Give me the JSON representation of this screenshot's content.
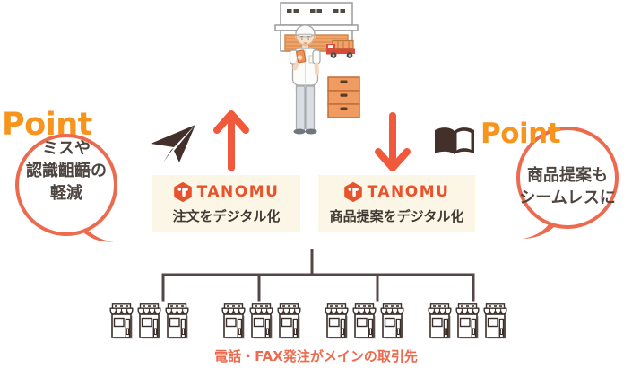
{
  "points": {
    "left": {
      "label": "Point",
      "bubble_lines": [
        "ミスや",
        "認識齟齬の",
        "軽減"
      ]
    },
    "right": {
      "label": "Point",
      "bubble_lines": [
        "商品提案も",
        "シームレスに"
      ]
    }
  },
  "solutions": {
    "order": {
      "brand": "TANOMU",
      "caption": "注文をデジタル化"
    },
    "proposal": {
      "brand": "TANOMU",
      "caption": "商品提案をデジタル化"
    }
  },
  "footer": {
    "caption": "電話・FAX発注がメインの取引先"
  },
  "stores": {
    "group_count": 4,
    "stores_per_group": 3
  },
  "icons": {
    "left_flow": "paper-plane-icon + arrow-up-icon (orders sent up to supplier)",
    "right_flow": "arrow-down-icon + open-book-icon (catalog proposals sent down)",
    "top": "supplier-warehouse-illustration (warehouse, delivery person, truck, boxes)",
    "bottom": "storefront-icon × 12 (clients)"
  },
  "colors": {
    "point_orange": "#F7941D",
    "coral_bubble": "#EC6A4E",
    "arrow_orange": "#F0593B",
    "brand_orange": "#E8522C",
    "panel_cream": "#FBF6E5",
    "icon_dark_brown": "#44302B",
    "bracket_brown": "#564447",
    "bubble_text_dark": "#4E4540",
    "footer_coral": "#EC6A4E"
  }
}
